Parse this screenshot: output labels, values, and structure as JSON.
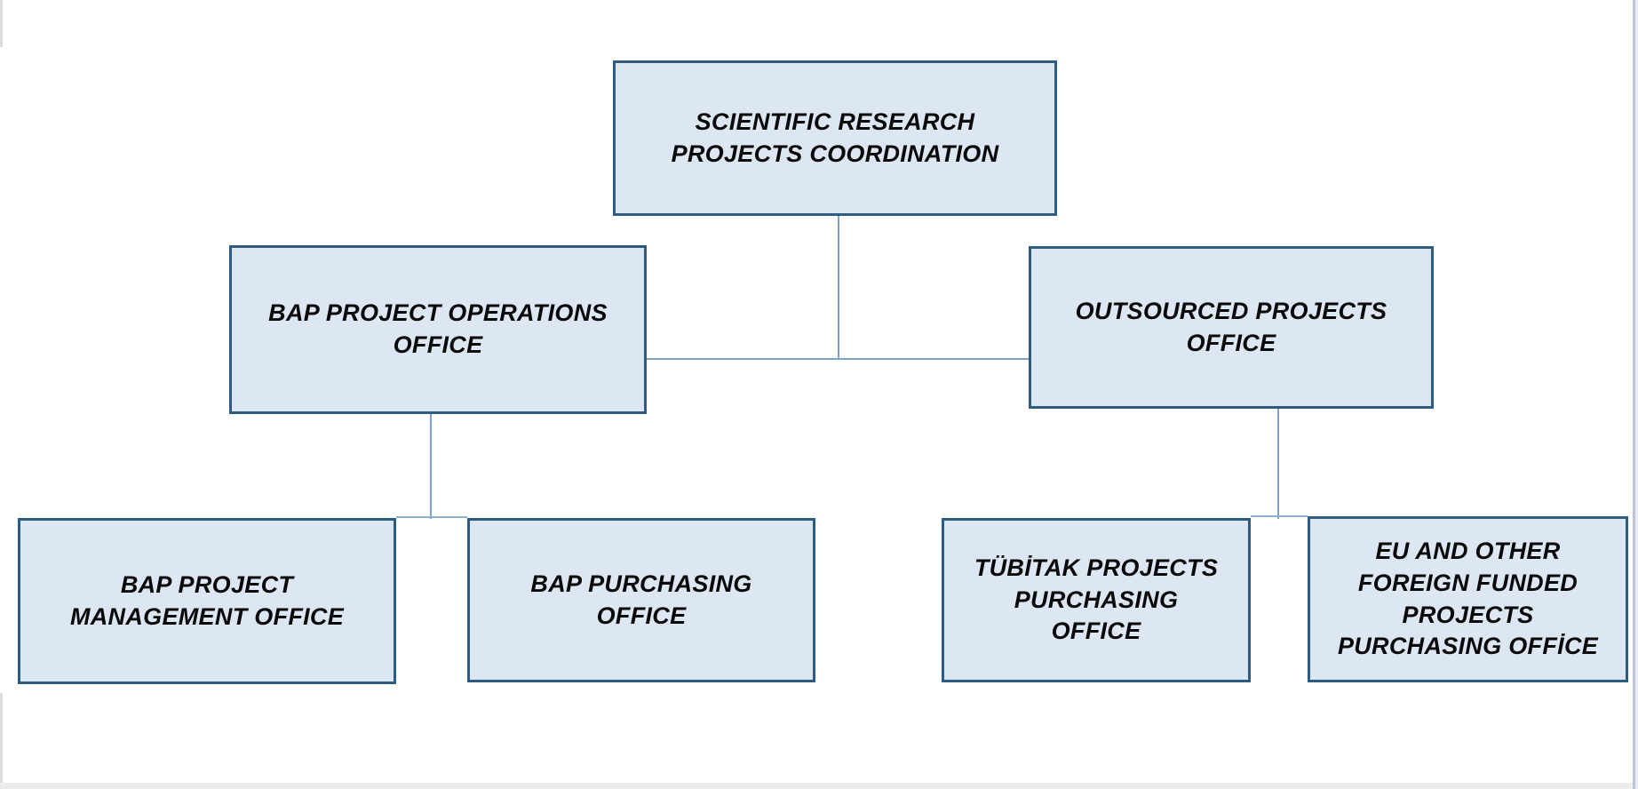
{
  "diagram": {
    "type": "org-chart",
    "title": "Scientific Research Projects Coordination organization chart"
  },
  "colors": {
    "box_fill": "#dde7f3",
    "box_border": "#2e5c7e",
    "connector": "#7da0c4",
    "connector_light": "#8fafd2",
    "text_color": "#0a0a0a",
    "edge_grey": "#dcdcdc",
    "margin_grey": "#ececec",
    "right_edge_blue": "#b9c7da"
  },
  "nodes": {
    "root": {
      "label": "SCIENTIFIC RESEARCH PROJECTS COORDINATION",
      "lines": [
        "SCIENTIFIC RESEARCH",
        "PROJECTS COORDINATION"
      ]
    },
    "bap_operations": {
      "label": "BAP PROJECT OPERATIONS OFFICE",
      "lines": [
        "BAP PROJECT OPERATIONS",
        "OFFICE"
      ]
    },
    "outsourced": {
      "label": "OUTSOURCED PROJECTS OFFICE",
      "lines": [
        "OUTSOURCED PROJECTS",
        "OFFICE"
      ]
    },
    "bap_management": {
      "label": "BAP PROJECT MANAGEMENT OFFICE",
      "lines": [
        "BAP PROJECT",
        "MANAGEMENT OFFICE"
      ]
    },
    "bap_purchasing": {
      "label": "BAP PURCHASING OFFICE",
      "lines": [
        "BAP PURCHASING",
        "OFFICE"
      ]
    },
    "tubitak": {
      "label": "TÜBİTAK PROJECTS PURCHASING OFFICE",
      "lines": [
        "TÜBİTAK PROJECTS",
        "PURCHASING",
        "OFFICE"
      ]
    },
    "eu_foreign": {
      "label": "EU AND OTHER FOREIGN FUNDED PROJECTS PURCHASING OFFİCE",
      "lines": [
        "EU AND OTHER",
        "FOREIGN FUNDED",
        "PROJECTS",
        "PURCHASING OFFİCE"
      ]
    }
  },
  "edges": [
    {
      "from": "root",
      "to": "bap_operations"
    },
    {
      "from": "root",
      "to": "outsourced"
    },
    {
      "from": "bap_operations",
      "to": "bap_management"
    },
    {
      "from": "bap_operations",
      "to": "bap_purchasing"
    },
    {
      "from": "outsourced",
      "to": "tubitak"
    },
    {
      "from": "outsourced",
      "to": "eu_foreign"
    }
  ]
}
